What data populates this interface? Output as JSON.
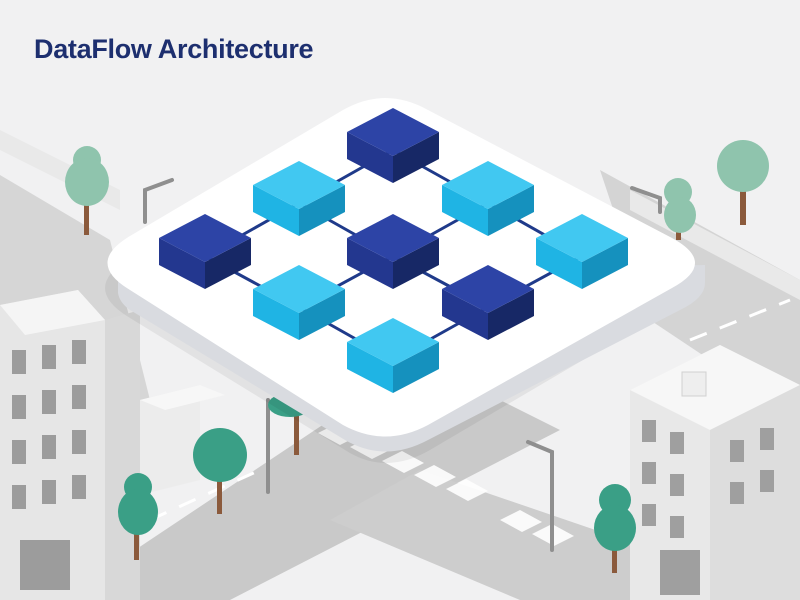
{
  "header": {
    "title": "DataFlow Architecture"
  },
  "colors": {
    "title": "#1d2f6f",
    "node_dark": "#23378f",
    "node_light": "#1fb4e4",
    "connector": "#1f3a8a",
    "platform": "#ffffff",
    "tree": "#3a9f86",
    "building": "#e6e6e6",
    "road": "#cfcfcf"
  },
  "diagram": {
    "nodes": [
      {
        "id": "n1",
        "tone": "dark"
      },
      {
        "id": "n2",
        "tone": "light"
      },
      {
        "id": "n3",
        "tone": "light"
      },
      {
        "id": "n4",
        "tone": "dark"
      },
      {
        "id": "n5",
        "tone": "dark"
      },
      {
        "id": "n6",
        "tone": "light"
      },
      {
        "id": "n7",
        "tone": "light"
      },
      {
        "id": "n8",
        "tone": "dark"
      },
      {
        "id": "n9",
        "tone": "light"
      }
    ],
    "edges": [
      [
        "n1",
        "n2"
      ],
      [
        "n1",
        "n3"
      ],
      [
        "n2",
        "n4"
      ],
      [
        "n2",
        "n5"
      ],
      [
        "n3",
        "n5"
      ],
      [
        "n3",
        "n6"
      ],
      [
        "n4",
        "n7"
      ],
      [
        "n5",
        "n7"
      ],
      [
        "n5",
        "n8"
      ],
      [
        "n6",
        "n8"
      ],
      [
        "n7",
        "n9"
      ],
      [
        "n8",
        "n9"
      ]
    ]
  }
}
